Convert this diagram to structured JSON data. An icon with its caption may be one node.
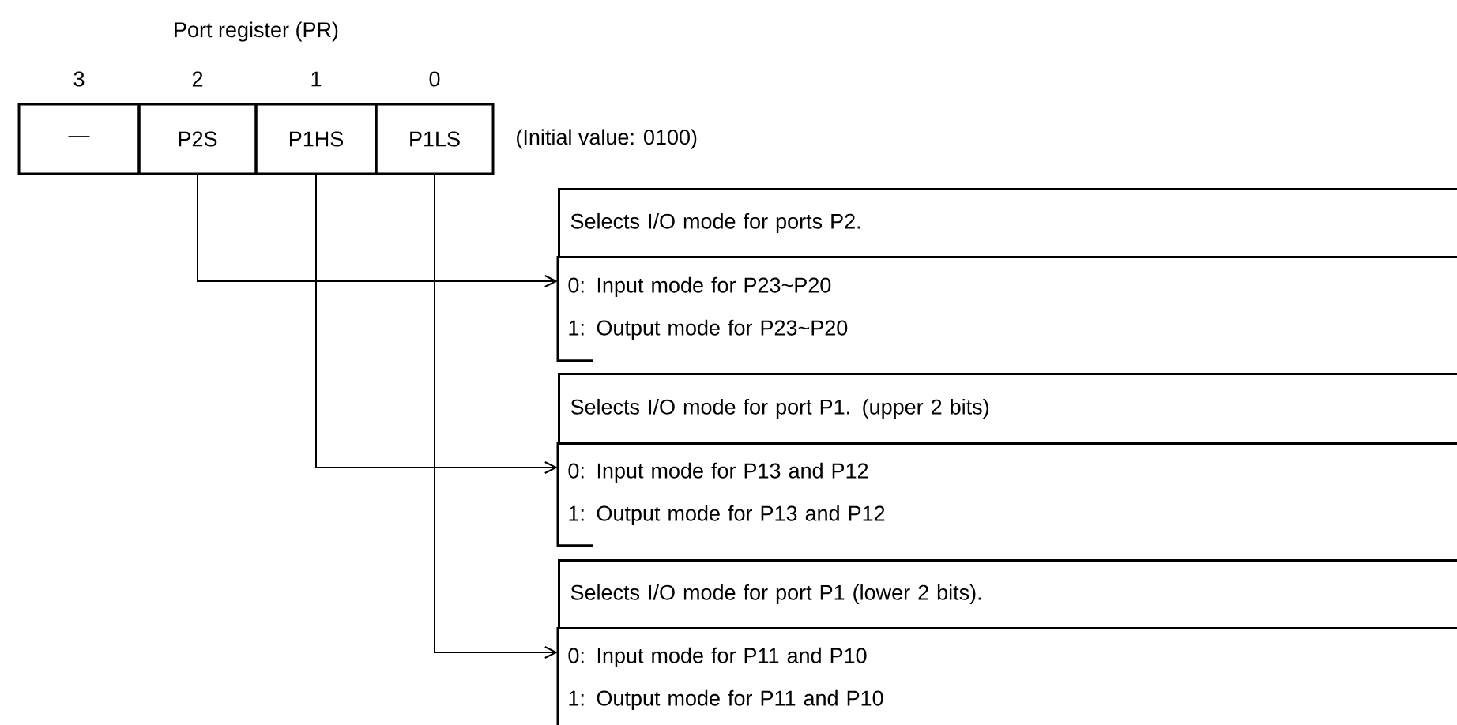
{
  "diagram": {
    "nodes": [
      {
        "text": [
          "—"
        ]
      },
      {
        "text": [
          "P2S"
        ]
      },
      {
        "text": [
          "P1HS"
        ]
      },
      {
        "text": [
          "P1LS"
        ]
      },
      {
        "text": [
          "Selects I/O mode for ports P2."
        ]
      },
      {
        "text": [
          "0: Input mode for P23~P20",
          "1: Output mode for P23~P20"
        ]
      },
      {
        "text": [
          "Selects I/O mode for port P1. (upper 2 bits)"
        ]
      },
      {
        "text": [
          "0: Input mode for P13 and P12",
          "1: Output mode for P13 and P12"
        ]
      },
      {
        "text": [
          "Selects I/O mode for port P1 (lower 2 bits)."
        ]
      },
      {
        "text": [
          "0: Input mode for P11 and P10",
          "1: Output mode for P11 and P10"
        ]
      }
    ],
    "edges": [
      {
        "from": 1,
        "to": 5,
        "arrow": "to"
      },
      {
        "from": 2,
        "to": 7,
        "arrow": "to"
      },
      {
        "from": 3,
        "to": 9,
        "arrow": "to"
      }
    ],
    "labels": [
      "Port register (PR)",
      "3",
      "2",
      "1",
      "0",
      "(Initial value: 0100)"
    ]
  }
}
